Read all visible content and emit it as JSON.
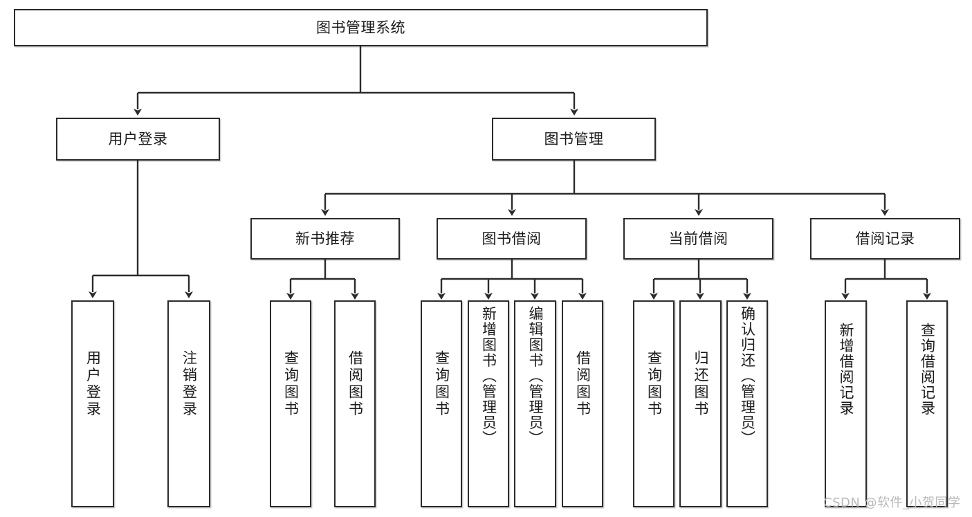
{
  "diagram": {
    "title": "图书管理系统",
    "type": "tree",
    "root": {
      "id": "root",
      "label": "图书管理系统"
    },
    "level2": [
      {
        "id": "user-login",
        "label": "用户登录"
      },
      {
        "id": "book-manage",
        "label": "图书管理"
      }
    ],
    "level3": [
      {
        "id": "new-book-recommend",
        "label": "新书推荐",
        "parent": "book-manage"
      },
      {
        "id": "book-borrow",
        "label": "图书借阅",
        "parent": "book-manage"
      },
      {
        "id": "current-borrow",
        "label": "当前借阅",
        "parent": "book-manage"
      },
      {
        "id": "borrow-record",
        "label": "借阅记录",
        "parent": "book-manage"
      }
    ],
    "leaves": [
      {
        "id": "leaf-user-login",
        "label": "用户登录",
        "parent": "user-login"
      },
      {
        "id": "leaf-user-logout",
        "label": "注销登录",
        "parent": "user-login"
      },
      {
        "id": "leaf-query-book-1",
        "label": "查询图书",
        "parent": "new-book-recommend"
      },
      {
        "id": "leaf-borrow-book-1",
        "label": "借阅图书",
        "parent": "new-book-recommend"
      },
      {
        "id": "leaf-query-book-2",
        "label": "查询图书",
        "parent": "book-borrow"
      },
      {
        "id": "leaf-add-book",
        "label": "新增图书（管理员）",
        "parent": "book-borrow"
      },
      {
        "id": "leaf-edit-book",
        "label": "编辑图书（管理员）",
        "parent": "book-borrow"
      },
      {
        "id": "leaf-borrow-book-2",
        "label": "借阅图书",
        "parent": "book-borrow"
      },
      {
        "id": "leaf-query-book-3",
        "label": "查询图书",
        "parent": "current-borrow"
      },
      {
        "id": "leaf-return-book",
        "label": "归还图书",
        "parent": "current-borrow"
      },
      {
        "id": "leaf-confirm-return",
        "label": "确认归还（管理员）",
        "parent": "current-borrow"
      },
      {
        "id": "leaf-add-record",
        "label": "新增借阅记录",
        "parent": "borrow-record"
      },
      {
        "id": "leaf-query-record",
        "label": "查询借阅记录",
        "parent": "borrow-record"
      }
    ],
    "watermark": "CSDN @软件_小贺同学",
    "colors": {
      "stroke": "#2b2b2b",
      "fill": "#ffffff",
      "text": "#1a1a1a",
      "watermark": "#b9b9b9"
    }
  }
}
